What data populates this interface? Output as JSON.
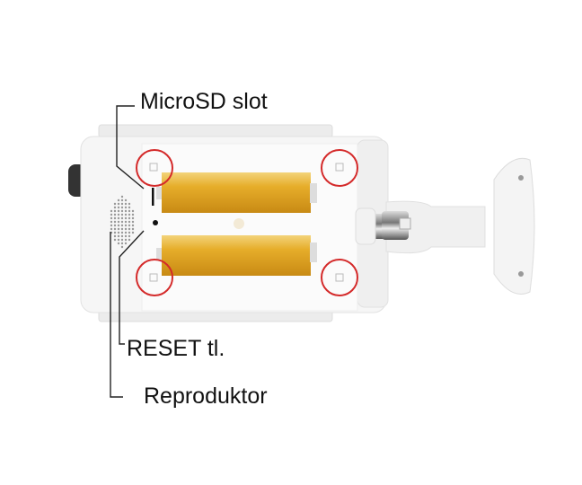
{
  "labels": {
    "microsd": "MicroSD slot",
    "reset": "RESET tl.",
    "speaker": "Reproduktor"
  },
  "colors": {
    "battery": "#e6ad2a",
    "highlight_circle": "#d42a2a",
    "body": "#f4f4f4",
    "leader_line": "#222222"
  }
}
